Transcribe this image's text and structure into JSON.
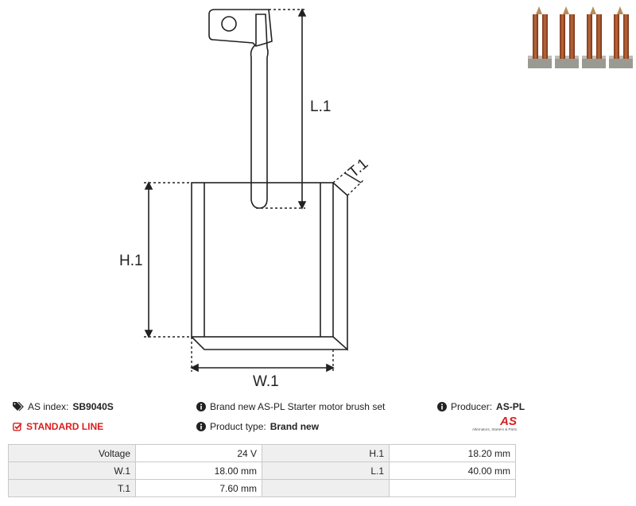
{
  "drawing": {
    "labels": {
      "length": "L.1",
      "height": "H.1",
      "width": "W.1",
      "thickness": "T.1"
    }
  },
  "info": {
    "as_index_label": "AS index:",
    "as_index_value": "SB9040S",
    "line_label": "STANDARD LINE",
    "description": "Brand new AS-PL Starter motor brush set",
    "product_type_label": "Product type:",
    "product_type_value": "Brand new",
    "producer_label": "Producer:",
    "producer_value": "AS-PL"
  },
  "logo": {
    "mark": "AS",
    "tagline": "Alternators, Starters & Parts"
  },
  "specs": {
    "rows": [
      [
        "Voltage",
        "24 V",
        "H.1",
        "18.20 mm"
      ],
      [
        "W.1",
        "18.00 mm",
        "L.1",
        "40.00 mm"
      ],
      [
        "T.1",
        "7.60 mm",
        "",
        ""
      ]
    ]
  },
  "colors": {
    "accent_red": "#d81e1e",
    "header_cell_bg": "#efefef",
    "copper": "#a0522d"
  },
  "icons": {
    "tag": "tags-icon",
    "info": "info-circle-icon",
    "check": "check-square-icon"
  }
}
